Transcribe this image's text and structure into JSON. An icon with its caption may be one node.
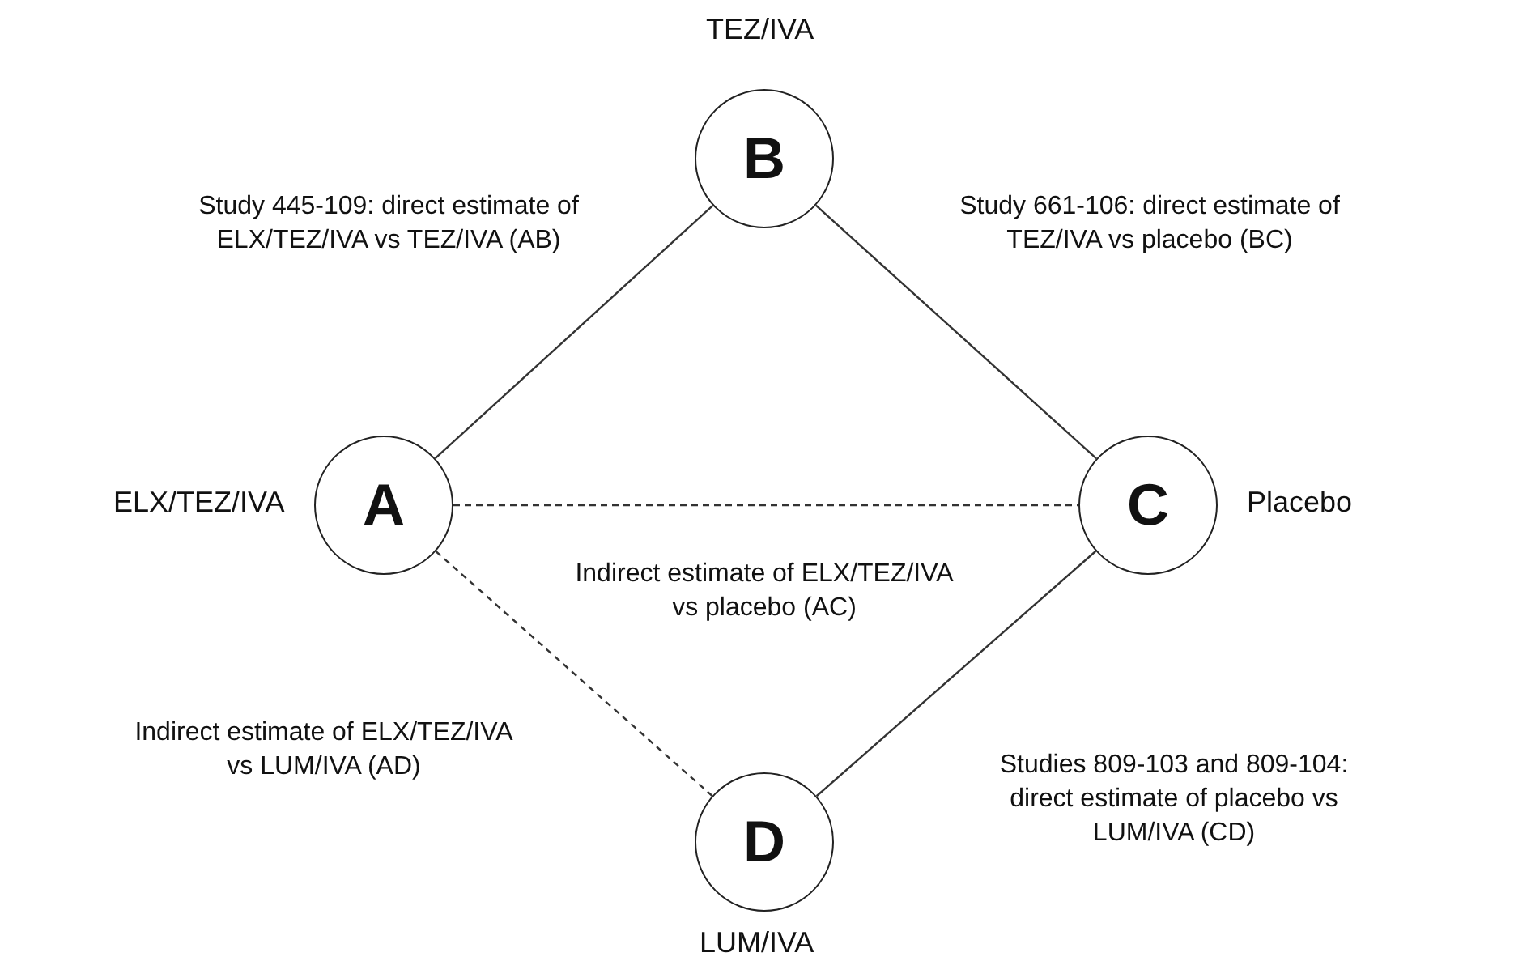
{
  "diagram": {
    "nodes": [
      {
        "text": [
          "A"
        ],
        "beside": [
          "ELX/TEZ/IVA"
        ]
      },
      {
        "text": [
          "B"
        ],
        "beside": [
          "TEZ/IVA"
        ]
      },
      {
        "text": [
          "C"
        ],
        "beside": [
          "Placebo"
        ]
      },
      {
        "text": [
          "D"
        ],
        "beside": [
          "LUM/IVA"
        ]
      }
    ],
    "edges": [
      {
        "from": 0,
        "to": 1,
        "arrow": "none",
        "label": "Study 445-109: direct estimate of ELX/TEZ/IVA vs TEZ/IVA (AB)"
      },
      {
        "from": 1,
        "to": 2,
        "arrow": "none",
        "label": "Study 661-106: direct estimate of TEZ/IVA vs placebo (BC)"
      },
      {
        "from": 0,
        "to": 2,
        "arrow": "none",
        "style": "dashed",
        "label": "Indirect estimate of ELX/TEZ/IVA vs placebo (AC)"
      },
      {
        "from": 0,
        "to": 3,
        "arrow": "none",
        "style": "dashed",
        "label": "Indirect estimate of ELX/TEZ/IVA vs LUM/IVA (AD)"
      },
      {
        "from": 3,
        "to": 2,
        "arrow": "none",
        "label": "Studies 809-103 and 809-104: direct estimate of placebo vs LUM/IVA (CD)"
      }
    ]
  }
}
